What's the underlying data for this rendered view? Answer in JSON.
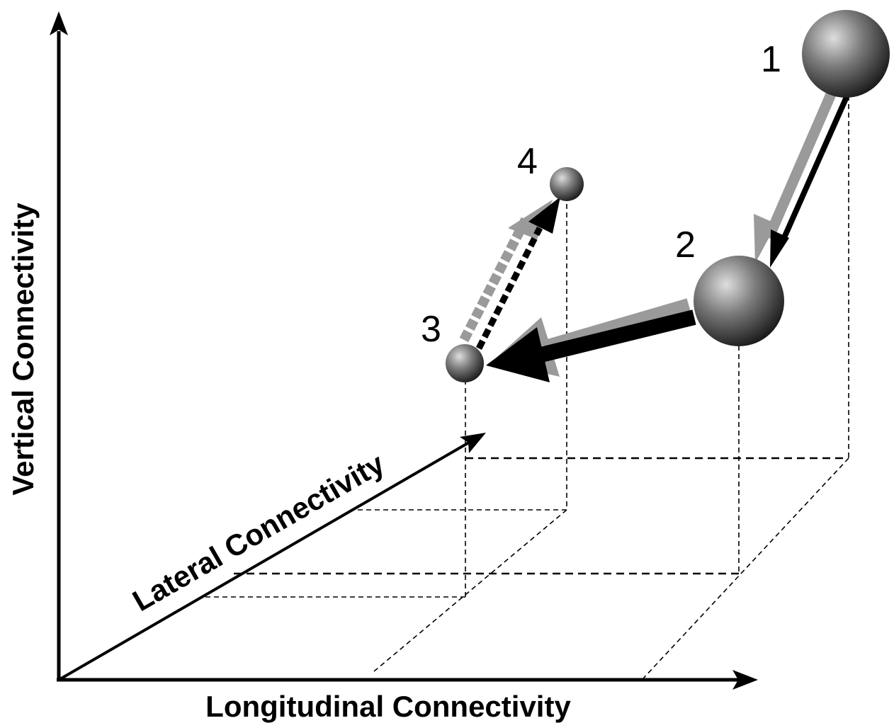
{
  "diagram": {
    "axes": {
      "vertical": "Vertical Connectivity",
      "longitudinal": "Longitudinal Connectivity",
      "lateral": "Lateral Connectivity"
    },
    "nodes": [
      {
        "id": "1",
        "label": "1",
        "relative_size": "large"
      },
      {
        "id": "2",
        "label": "2",
        "relative_size": "large"
      },
      {
        "id": "3",
        "label": "3",
        "relative_size": "small"
      },
      {
        "id": "4",
        "label": "4",
        "relative_size": "small"
      }
    ],
    "transitions": [
      {
        "from": "1",
        "to": "2",
        "style": "solid"
      },
      {
        "from": "2",
        "to": "3",
        "style": "solid"
      },
      {
        "from": "3",
        "to": "4",
        "style": "dashed"
      }
    ],
    "colors": {
      "ink": "#000000",
      "arrow_shadow": "#9a9a9a",
      "sphere_highlight": "#d8d8d8",
      "sphere_mid": "#7a7a7a",
      "sphere_dark": "#1c1c1c"
    }
  }
}
